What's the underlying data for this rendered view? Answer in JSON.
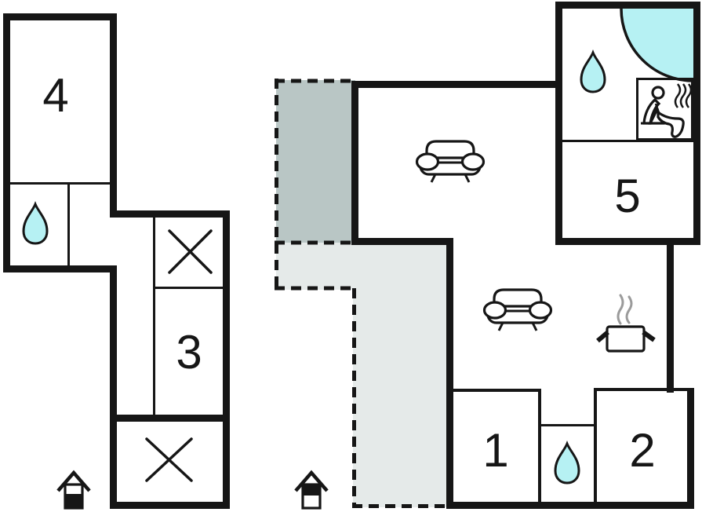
{
  "colors": {
    "wall": "#161616",
    "water": "#b6f1f3",
    "terrace_covered": "#b9c6c5",
    "terrace_open": "#e5eae9",
    "steam": "#9b9b9b",
    "background": "#ffffff"
  },
  "rooms": [
    {
      "id": "room-1",
      "label": "1"
    },
    {
      "id": "room-2",
      "label": "2"
    },
    {
      "id": "room-3",
      "label": "3"
    },
    {
      "id": "room-4",
      "label": "4"
    },
    {
      "id": "room-5",
      "label": "5"
    }
  ],
  "icons": {
    "water_drop": "teardrop glyph — wet room",
    "sofa": "sofa glyph — seating area",
    "cooking_pot": "steaming pot glyph — kitchen",
    "sauna": "seated figure with heat waves — sauna",
    "corner_bath": "quarter-circle — corner bath/shower",
    "wardrobe_x": "crossed square — storage",
    "entrance": "house glyph — entrance"
  }
}
